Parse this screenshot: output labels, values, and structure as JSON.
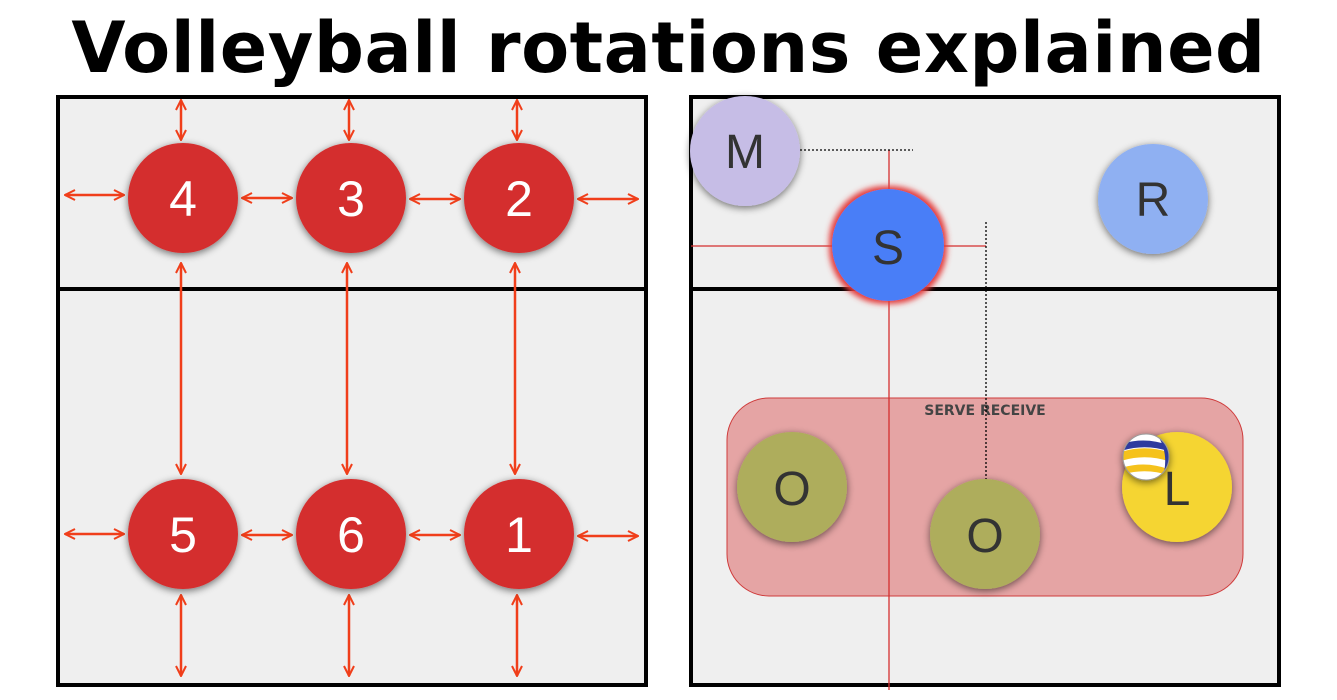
{
  "title": "Volleyball rotations explained",
  "left_court": {
    "positions": [
      {
        "label": "4"
      },
      {
        "label": "3"
      },
      {
        "label": "2"
      },
      {
        "label": "5"
      },
      {
        "label": "6"
      },
      {
        "label": "1"
      }
    ]
  },
  "right_court": {
    "players": [
      {
        "label": "M",
        "color": "#c6bde6"
      },
      {
        "label": "S",
        "color": "#4a7ef7"
      },
      {
        "label": "R",
        "color": "#8fb0f2"
      },
      {
        "label": "O",
        "color": "#aead5c"
      },
      {
        "label": "O",
        "color": "#aead5c"
      },
      {
        "label": "L",
        "color": "#f5d531"
      }
    ],
    "zone_label": "SERVE RECEIVE",
    "ball": "volleyball-icon"
  },
  "colors": {
    "court_bg": "#efefef",
    "court_line": "#000000",
    "position_circle": "#d42e2e",
    "arrow": "#f03e1a",
    "zone_fill": "#e5a4a4",
    "guide_red": "#d42e2e"
  }
}
